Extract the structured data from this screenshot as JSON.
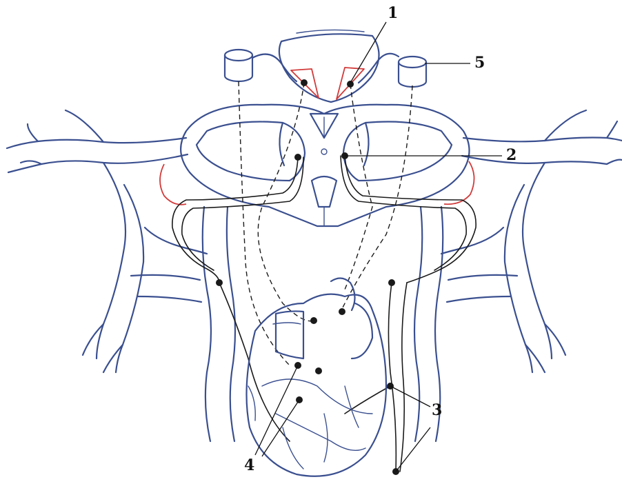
{
  "callouts": {
    "label_1": "1",
    "label_2": "2",
    "label_3": "3",
    "label_4": "4",
    "label_5": "5"
  },
  "colors": {
    "outline": "#3a4f8f",
    "highlight": "#d23a3a",
    "fibers": "#1a1a1a"
  }
}
